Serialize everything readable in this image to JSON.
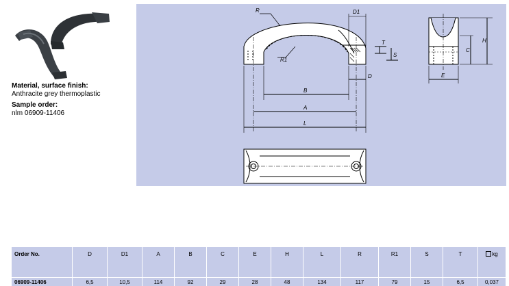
{
  "info": {
    "material_heading": "Material, surface finish:",
    "material_value": "Anthracite grey thermoplastic",
    "sample_heading": "Sample order:",
    "sample_value": "nlm 06909-11406"
  },
  "drawing": {
    "labels": {
      "R": "R",
      "D1": "D1",
      "T": "T",
      "S": "S",
      "R1": "R1",
      "D": "D",
      "B": "B",
      "A": "A",
      "L": "L",
      "H": "H",
      "C": "C",
      "E": "E"
    }
  },
  "table": {
    "headers": [
      "Order No.",
      "D",
      "D1",
      "A",
      "B",
      "C",
      "E",
      "H",
      "L",
      "R",
      "R1",
      "S",
      "T",
      "kg"
    ],
    "rows": [
      [
        "06909-11406",
        "6,5",
        "10,5",
        "114",
        "92",
        "29",
        "28",
        "48",
        "134",
        "117",
        "79",
        "15",
        "6,5",
        "0,037"
      ]
    ]
  }
}
